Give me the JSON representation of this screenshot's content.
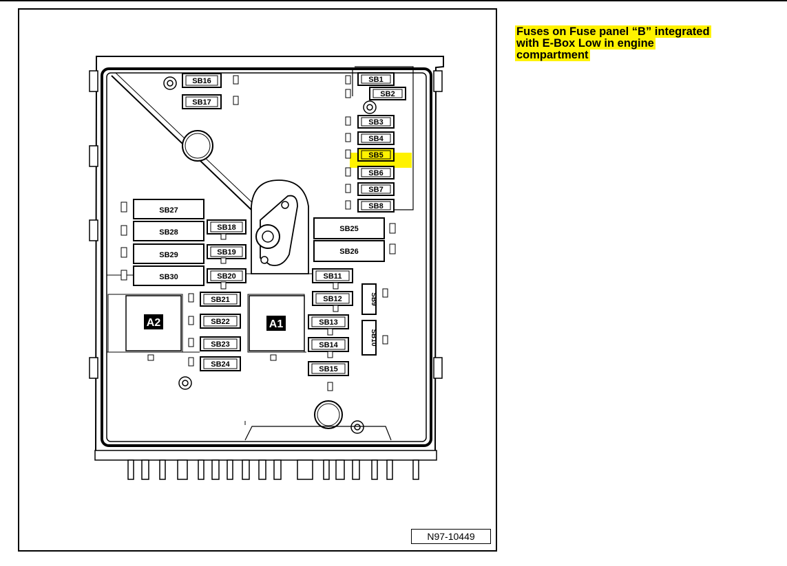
{
  "caption": {
    "line1": "Fuses on Fuse panel “B” integrated",
    "line2": "with E-Box Low in engine",
    "line3": "compartment"
  },
  "highlight_color": "#fff200",
  "figure_id": "N97-10449",
  "fuses": {
    "SB1": "SB1",
    "SB2": "SB2",
    "SB3": "SB3",
    "SB4": "SB4",
    "SB5": "SB5",
    "SB6": "SB6",
    "SB7": "SB7",
    "SB8": "SB8",
    "SB9": "SB9",
    "SB10": "SB10",
    "SB11": "SB11",
    "SB12": "SB12",
    "SB13": "SB13",
    "SB14": "SB14",
    "SB15": "SB15",
    "SB16": "SB16",
    "SB17": "SB17",
    "SB18": "SB18",
    "SB19": "SB19",
    "SB20": "SB20",
    "SB21": "SB21",
    "SB22": "SB22",
    "SB23": "SB23",
    "SB24": "SB24",
    "SB25": "SB25",
    "SB26": "SB26",
    "SB27": "SB27",
    "SB28": "SB28",
    "SB29": "SB29",
    "SB30": "SB30"
  },
  "relays": {
    "A1": "A1",
    "A2": "A2"
  },
  "highlighted_fuse": "SB5"
}
